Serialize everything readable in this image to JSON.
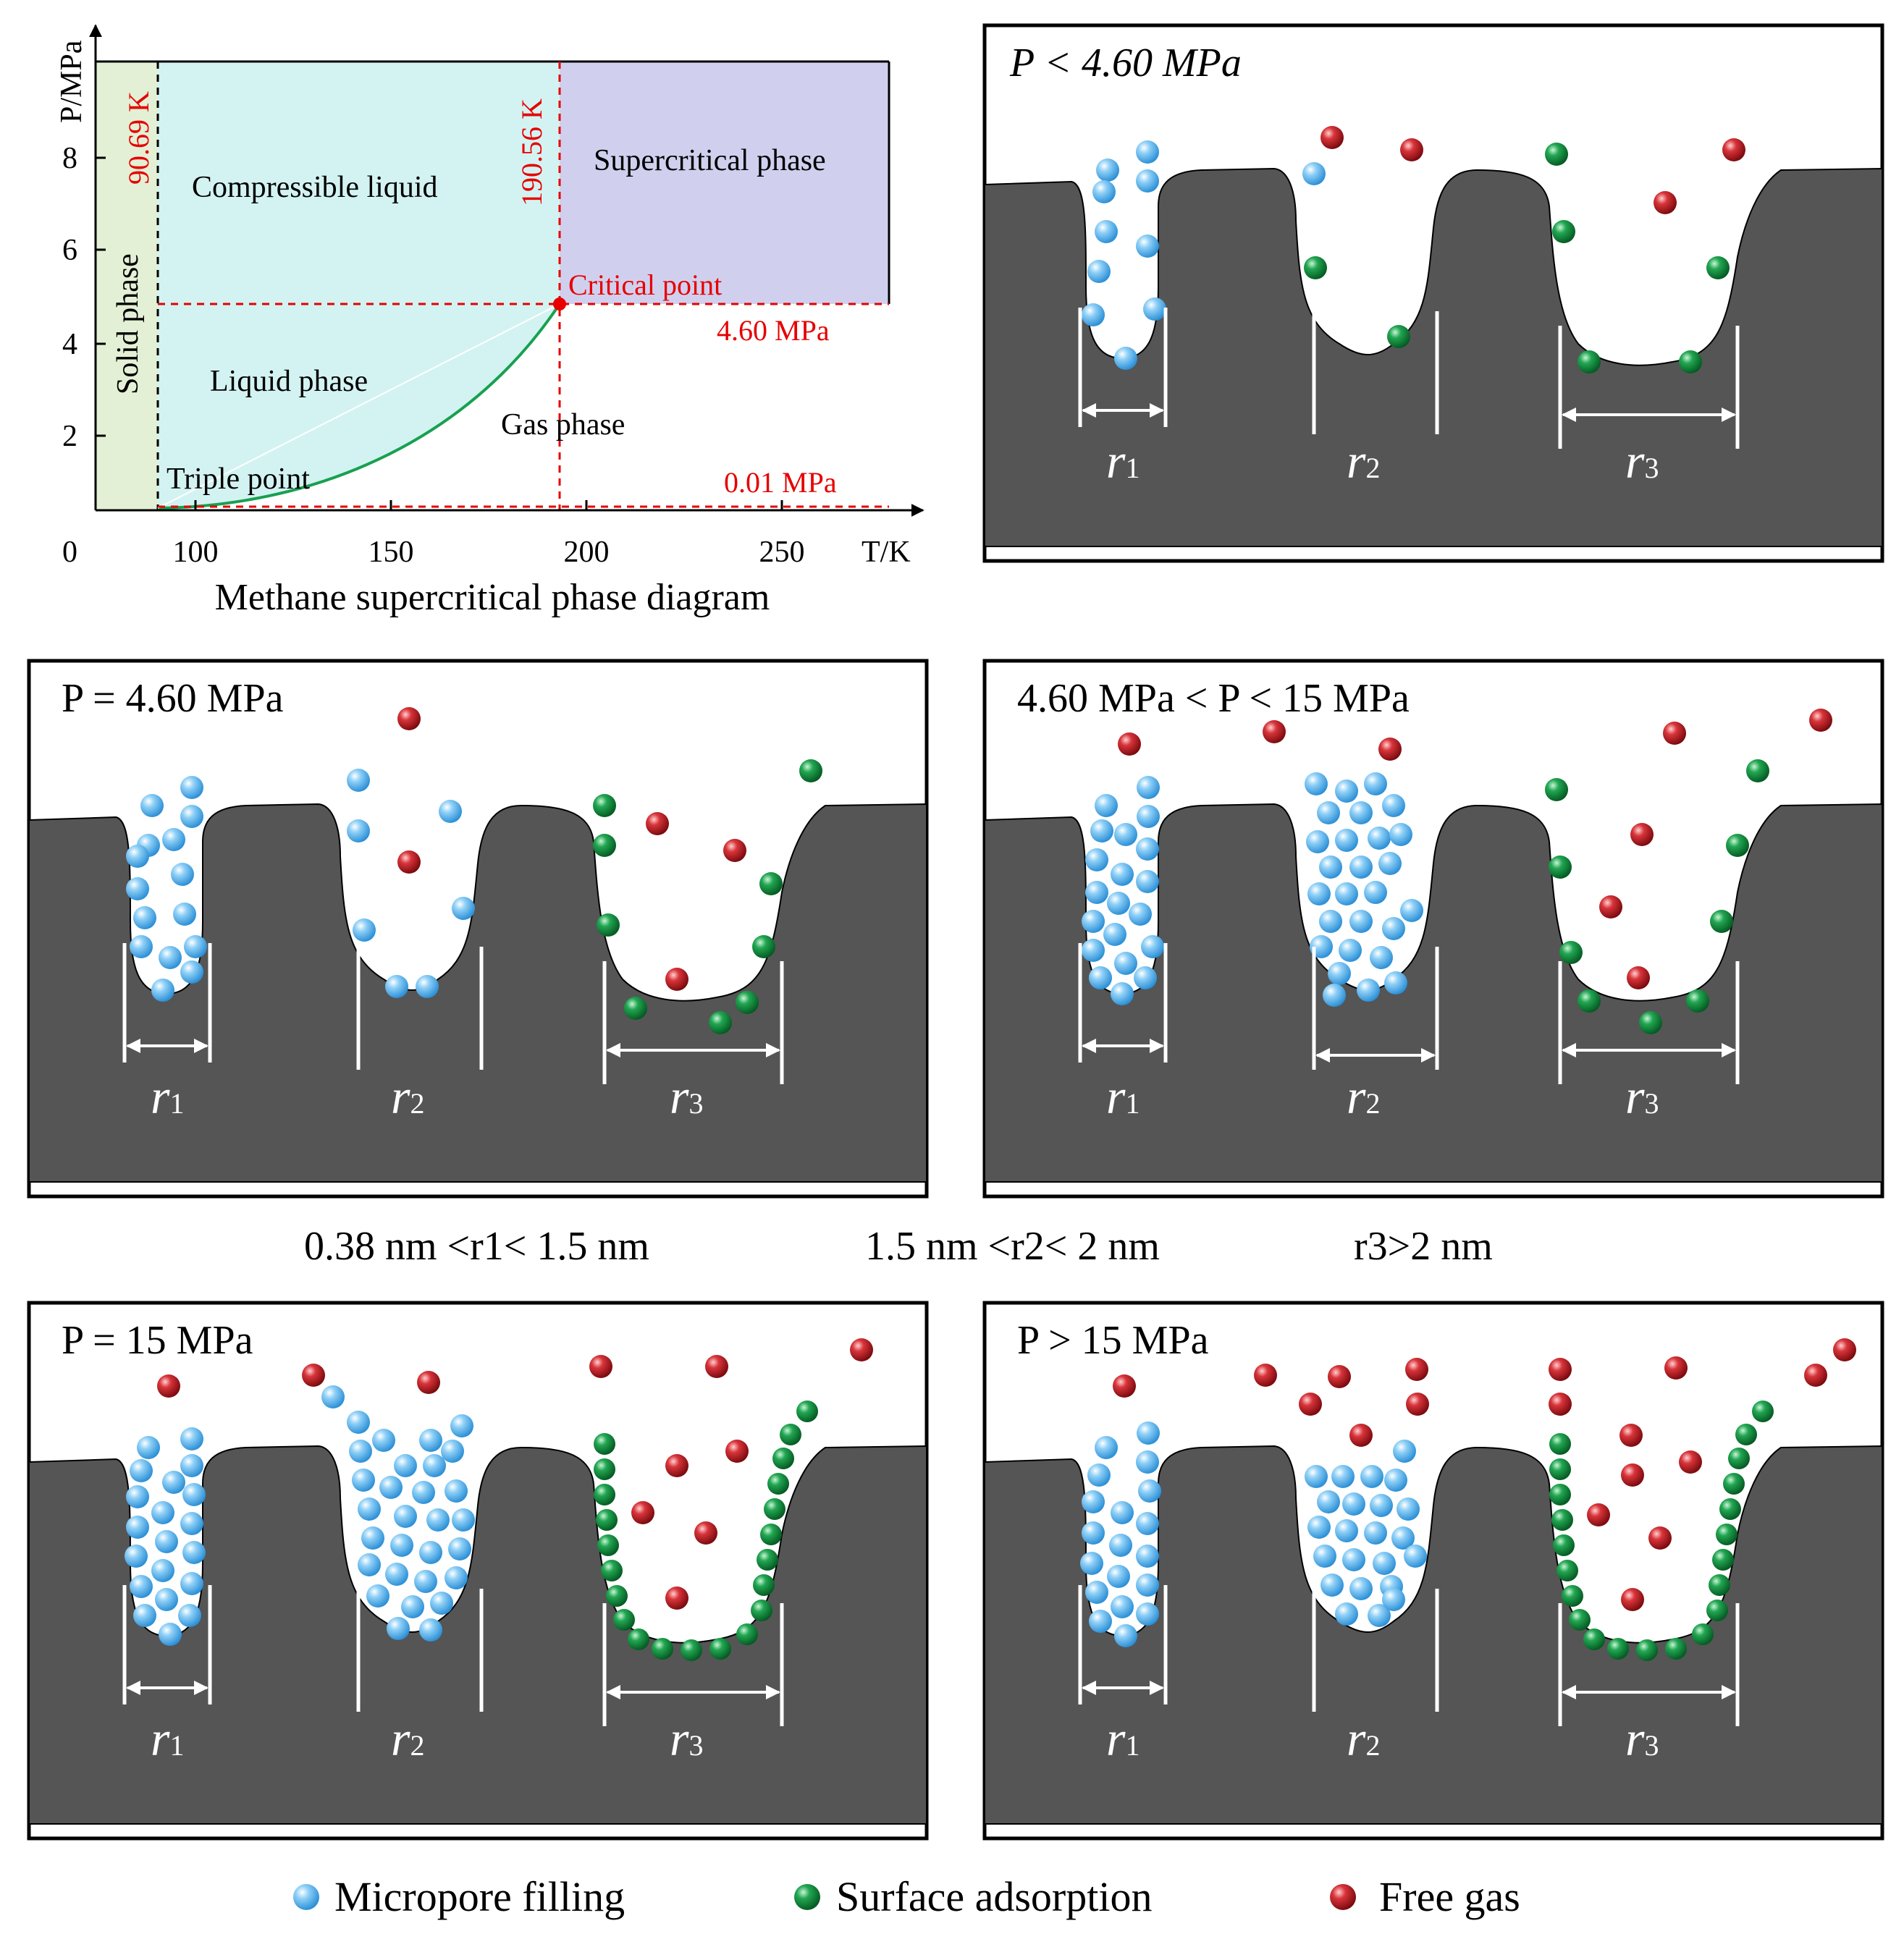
{
  "phase_diagram": {
    "y_axis_label": "P/MPa",
    "x_axis_label": "T/K",
    "y_ticks": [
      "8",
      "6",
      "4",
      "2"
    ],
    "x_ticks": [
      "0",
      "100",
      "150",
      "200",
      "250"
    ],
    "caption": "Methane supercritical phase diagram",
    "regions": {
      "solid": "Solid phase",
      "compressible_liquid": "Compressible liquid",
      "supercritical": "Supercritical phase",
      "liquid": "Liquid phase",
      "gas": "Gas phase"
    },
    "annotations": {
      "temp_triple": "90.69 K",
      "temp_critical": "190.56 K",
      "critical_point": "Critical point",
      "critical_pressure": "4.60 MPa",
      "triple_point": "Triple point",
      "triple_pressure": "0.01 MPa"
    },
    "colors": {
      "solid": "#e3f0d5",
      "liquid": "#d3f3f2",
      "supercritical": "#d0d0ee",
      "boundary_curve": "#18a050",
      "dashed": "#e60000"
    }
  },
  "panels": [
    {
      "title": "P < 4.60 MPa"
    },
    {
      "title": "P = 4.60 MPa"
    },
    {
      "title": "4.60 MPa < P < 15 MPa"
    },
    {
      "title": "P = 15 MPa"
    },
    {
      "title": "P > 15 MPa"
    }
  ],
  "pore_labels": {
    "r1": "r",
    "r1_sub": "1",
    "r2": "r",
    "r2_sub": "2",
    "r3": "r",
    "r3_sub": "3"
  },
  "size_ranges": {
    "r1_range": "0.38 nm <r1< 1.5 nm",
    "r2_range": "1.5 nm <r2< 2 nm",
    "r3_range": "r3>2 nm"
  },
  "legend": {
    "micropore": "Micropore filling",
    "surface": "Surface adsorption",
    "free": "Free gas"
  },
  "colors": {
    "rock": "#555555",
    "micropore_molecule": "#5ab4ec",
    "surface_molecule": "#0a8a3a",
    "free_molecule": "#c0161c"
  }
}
